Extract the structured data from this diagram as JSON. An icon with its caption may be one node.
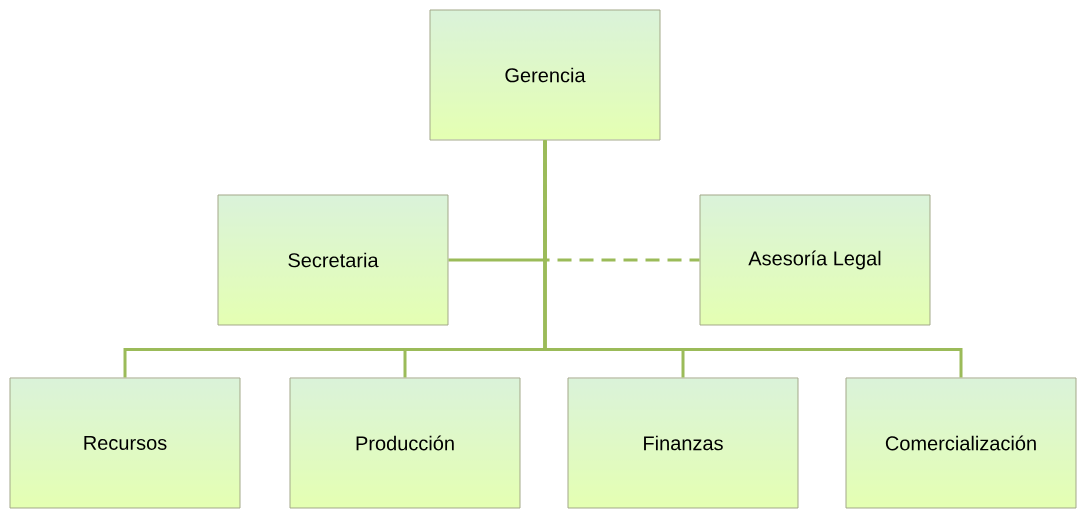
{
  "diagram": {
    "nodes": [
      {
        "text": [
          "Gerencia"
        ]
      },
      {
        "text": [
          "Secretaria"
        ]
      },
      {
        "text": [
          "Asesoría Legal"
        ]
      },
      {
        "text": [
          "Recursos"
        ]
      },
      {
        "text": [
          "Producción"
        ]
      },
      {
        "text": [
          "Finanzas"
        ]
      },
      {
        "text": [
          "Comercialización"
        ]
      }
    ],
    "edges": [
      {
        "from": 0,
        "to": 1,
        "arrow": "none"
      },
      {
        "from": 0,
        "to": 2,
        "arrow": "none",
        "style": "dashed"
      },
      {
        "from": 0,
        "to": 3,
        "arrow": "none"
      },
      {
        "from": 0,
        "to": 4,
        "arrow": "none"
      },
      {
        "from": 0,
        "to": 5,
        "arrow": "none"
      },
      {
        "from": 0,
        "to": 6,
        "arrow": "none"
      }
    ]
  }
}
